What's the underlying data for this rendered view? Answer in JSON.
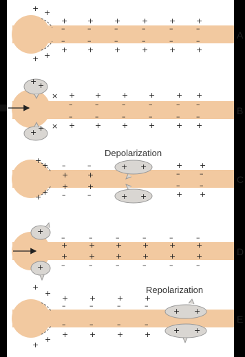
{
  "panels": [
    {
      "letter": "A",
      "caption": ""
    },
    {
      "letter": "B",
      "caption": ""
    },
    {
      "letter": "C",
      "caption": "Depolarization"
    },
    {
      "letter": "D",
      "caption": ""
    },
    {
      "letter": "E",
      "caption": "Repolarization"
    }
  ],
  "glyphs": {
    "plus": "+",
    "minus": "–",
    "cross": "×"
  },
  "colors": {
    "neuron": "#f2c9a0",
    "dash": "#555555",
    "channel": "#d9d6d2",
    "background": "#000000"
  }
}
